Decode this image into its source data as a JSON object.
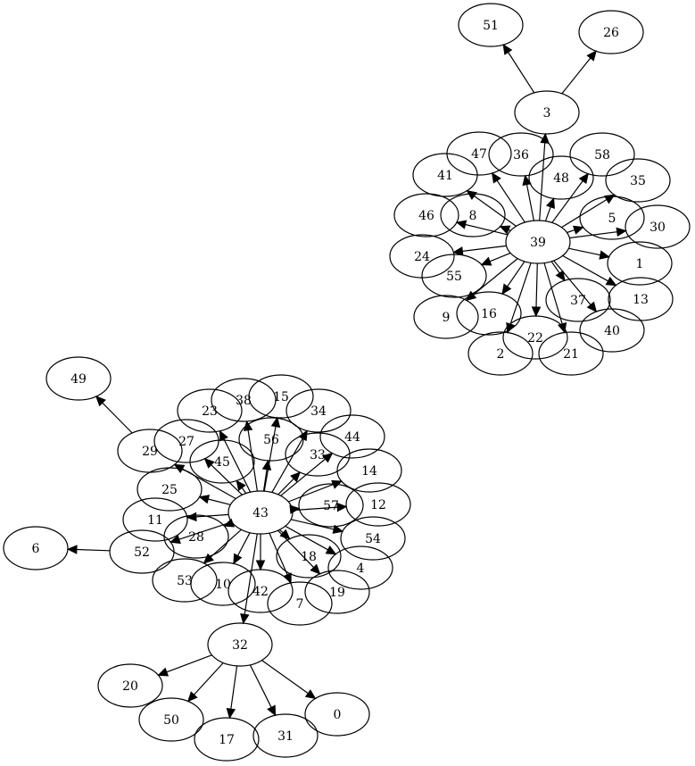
{
  "graph": {
    "nodes": [
      {
        "id": "51",
        "label": "51"
      },
      {
        "id": "26",
        "label": "26"
      },
      {
        "id": "3",
        "label": "3"
      },
      {
        "id": "47",
        "label": "47"
      },
      {
        "id": "36",
        "label": "36"
      },
      {
        "id": "58",
        "label": "58"
      },
      {
        "id": "41",
        "label": "41"
      },
      {
        "id": "48",
        "label": "48"
      },
      {
        "id": "35",
        "label": "35"
      },
      {
        "id": "46",
        "label": "46"
      },
      {
        "id": "8",
        "label": "8"
      },
      {
        "id": "5",
        "label": "5"
      },
      {
        "id": "30",
        "label": "30"
      },
      {
        "id": "39",
        "label": "39"
      },
      {
        "id": "24",
        "label": "24"
      },
      {
        "id": "55",
        "label": "55"
      },
      {
        "id": "1",
        "label": "1"
      },
      {
        "id": "37",
        "label": "37"
      },
      {
        "id": "13",
        "label": "13"
      },
      {
        "id": "9",
        "label": "9"
      },
      {
        "id": "16",
        "label": "16"
      },
      {
        "id": "40",
        "label": "40"
      },
      {
        "id": "22",
        "label": "22"
      },
      {
        "id": "2",
        "label": "2"
      },
      {
        "id": "21",
        "label": "21"
      },
      {
        "id": "49",
        "label": "49"
      },
      {
        "id": "15",
        "label": "15"
      },
      {
        "id": "38",
        "label": "38"
      },
      {
        "id": "23",
        "label": "23"
      },
      {
        "id": "34",
        "label": "34"
      },
      {
        "id": "56",
        "label": "56"
      },
      {
        "id": "27",
        "label": "27"
      },
      {
        "id": "44",
        "label": "44"
      },
      {
        "id": "29",
        "label": "29"
      },
      {
        "id": "45",
        "label": "45"
      },
      {
        "id": "33",
        "label": "33"
      },
      {
        "id": "14",
        "label": "14"
      },
      {
        "id": "25",
        "label": "25"
      },
      {
        "id": "57",
        "label": "57"
      },
      {
        "id": "12",
        "label": "12"
      },
      {
        "id": "43",
        "label": "43"
      },
      {
        "id": "11",
        "label": "11"
      },
      {
        "id": "28",
        "label": "28"
      },
      {
        "id": "54",
        "label": "54"
      },
      {
        "id": "6",
        "label": "6"
      },
      {
        "id": "52",
        "label": "52"
      },
      {
        "id": "18",
        "label": "18"
      },
      {
        "id": "4",
        "label": "4"
      },
      {
        "id": "53",
        "label": "53"
      },
      {
        "id": "10",
        "label": "10"
      },
      {
        "id": "42",
        "label": "42"
      },
      {
        "id": "19",
        "label": "19"
      },
      {
        "id": "7",
        "label": "7"
      },
      {
        "id": "32",
        "label": "32"
      },
      {
        "id": "20",
        "label": "20"
      },
      {
        "id": "0",
        "label": "0"
      },
      {
        "id": "50",
        "label": "50"
      },
      {
        "id": "17",
        "label": "17"
      },
      {
        "id": "31",
        "label": "31"
      }
    ],
    "edges": [
      {
        "from": "3",
        "to": "51"
      },
      {
        "from": "3",
        "to": "26"
      },
      {
        "from": "39",
        "to": "3"
      },
      {
        "from": "39",
        "to": "47"
      },
      {
        "from": "39",
        "to": "36"
      },
      {
        "from": "39",
        "to": "48"
      },
      {
        "from": "39",
        "to": "58"
      },
      {
        "from": "39",
        "to": "41"
      },
      {
        "from": "39",
        "to": "8"
      },
      {
        "from": "39",
        "to": "5"
      },
      {
        "from": "39",
        "to": "35"
      },
      {
        "from": "39",
        "to": "30"
      },
      {
        "from": "39",
        "to": "24"
      },
      {
        "from": "39",
        "to": "55"
      },
      {
        "from": "39",
        "to": "1"
      },
      {
        "from": "39",
        "to": "13"
      },
      {
        "from": "39",
        "to": "37"
      },
      {
        "from": "39",
        "to": "40"
      },
      {
        "from": "39",
        "to": "9"
      },
      {
        "from": "39",
        "to": "16"
      },
      {
        "from": "39",
        "to": "22"
      },
      {
        "from": "39",
        "to": "2"
      },
      {
        "from": "39",
        "to": "21"
      },
      {
        "from": "39",
        "to": "46"
      },
      {
        "from": "29",
        "to": "49"
      },
      {
        "from": "43",
        "to": "38"
      },
      {
        "from": "43",
        "to": "15"
      },
      {
        "from": "43",
        "to": "56"
      },
      {
        "from": "43",
        "to": "34"
      },
      {
        "from": "43",
        "to": "23"
      },
      {
        "from": "43",
        "to": "27"
      },
      {
        "from": "43",
        "to": "45"
      },
      {
        "from": "43",
        "to": "33"
      },
      {
        "from": "43",
        "to": "44"
      },
      {
        "from": "43",
        "to": "14"
      },
      {
        "from": "43",
        "to": "29"
      },
      {
        "from": "43",
        "to": "25"
      },
      {
        "from": "43",
        "to": "57"
      },
      {
        "from": "43",
        "to": "12"
      },
      {
        "from": "43",
        "to": "11"
      },
      {
        "from": "43",
        "to": "28"
      },
      {
        "from": "43",
        "to": "52"
      },
      {
        "from": "43",
        "to": "54"
      },
      {
        "from": "43",
        "to": "4"
      },
      {
        "from": "43",
        "to": "18"
      },
      {
        "from": "43",
        "to": "19"
      },
      {
        "from": "43",
        "to": "53"
      },
      {
        "from": "43",
        "to": "10"
      },
      {
        "from": "43",
        "to": "42"
      },
      {
        "from": "43",
        "to": "7"
      },
      {
        "from": "43",
        "to": "32"
      },
      {
        "from": "52",
        "to": "6"
      },
      {
        "from": "32",
        "to": "20"
      },
      {
        "from": "32",
        "to": "50"
      },
      {
        "from": "32",
        "to": "17"
      },
      {
        "from": "32",
        "to": "31"
      },
      {
        "from": "32",
        "to": "0"
      }
    ]
  }
}
